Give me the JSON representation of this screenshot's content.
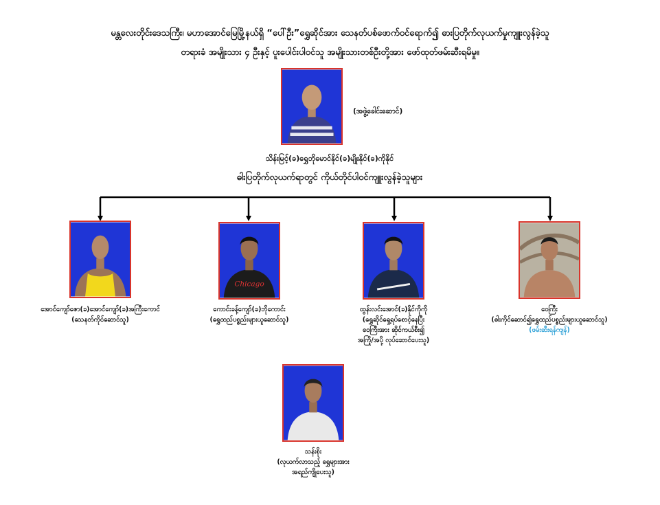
{
  "header": {
    "line1": "မန္တလေးတိုင်းဒေသကြီး၊ မဟာအောင်မြေမြို့နယ်ရှိ “ပေါ်ဦး”ရွှေဆိုင်အား သေနတ်ပစ်ဖောက်ဝင်ရောက်၍ ဓားပြတိုက်လုယက်မှုကျူးလွန်ခဲ့သူ",
    "line2": "တရားခံ အမျိုးသား ၄ ဦးနှင့် ပူးပေါင်းပါဝင်သူ အမျိုးသားတစ်ဦးတို့အား ဖော်ထုတ်ဖမ်းဆီးရမိမှု။"
  },
  "leader": {
    "role_note": "(အဖွဲ့ခေါင်းဆောင်)",
    "name": "သိန်းမြင့်(ခ)ရွှေဘိုမောင်နိုင်(ခ)မျိုးနိုင်(ခ)ကိုနိုင်"
  },
  "subheading": "ဓါးပြတိုက်လုယက်ရာတွင် ကိုယ်တိုင်ပါဝင်ကျူးလွန်ခဲ့သူများ",
  "members": [
    {
      "name": "အောင်ကျော်ဇော(ခ)အောင်ကျော်(ခ)အကြီးကောင်",
      "lines": [
        "(သေနတ်ကိုင်ဆောင်သူ)"
      ],
      "status": ""
    },
    {
      "name": "ကောင်းခန့်ကျော်(ခ)ဘိုကောင်း",
      "lines": [
        "(ရွှေထည်ပစ္စည်းများယူဆောင်သူ)"
      ],
      "status": ""
    },
    {
      "name": "ထွန်းလင်းအောင်(ခ)နိုင်ကိုကို",
      "lines": [
        "(ရွှေဆိုင်ရှေ့ရပ်စောင့်နေပြီး",
        "ဝေကြီးအား ဆိုင်ကယ်စီး၍",
        "အကြို/အပို့ လုပ်ဆောင်ပေးသူ)"
      ],
      "status": ""
    },
    {
      "name": "ဝေကြီး",
      "lines": [
        "(ဓါးကိုင်ဆောင်၍ရွှေထည်ပစ္စည်းများယူဆောင်သူ)"
      ],
      "status": "(ဖမ်းဆီးရန်ကျန်)"
    }
  ],
  "accomplice": {
    "name": "သန်းစိုး",
    "lines": [
      "(လုယက်လာသည့် ရွှေများအား",
      "အရည်ကျိုပေးသူ)"
    ]
  },
  "colors": {
    "photo_border": "#d9342b",
    "photo_background": "#1f35d6",
    "status_text": "#2a9fd6",
    "connector": "#000000"
  },
  "icons": [
    "person-photo-icon",
    "arrow-down-icon"
  ]
}
